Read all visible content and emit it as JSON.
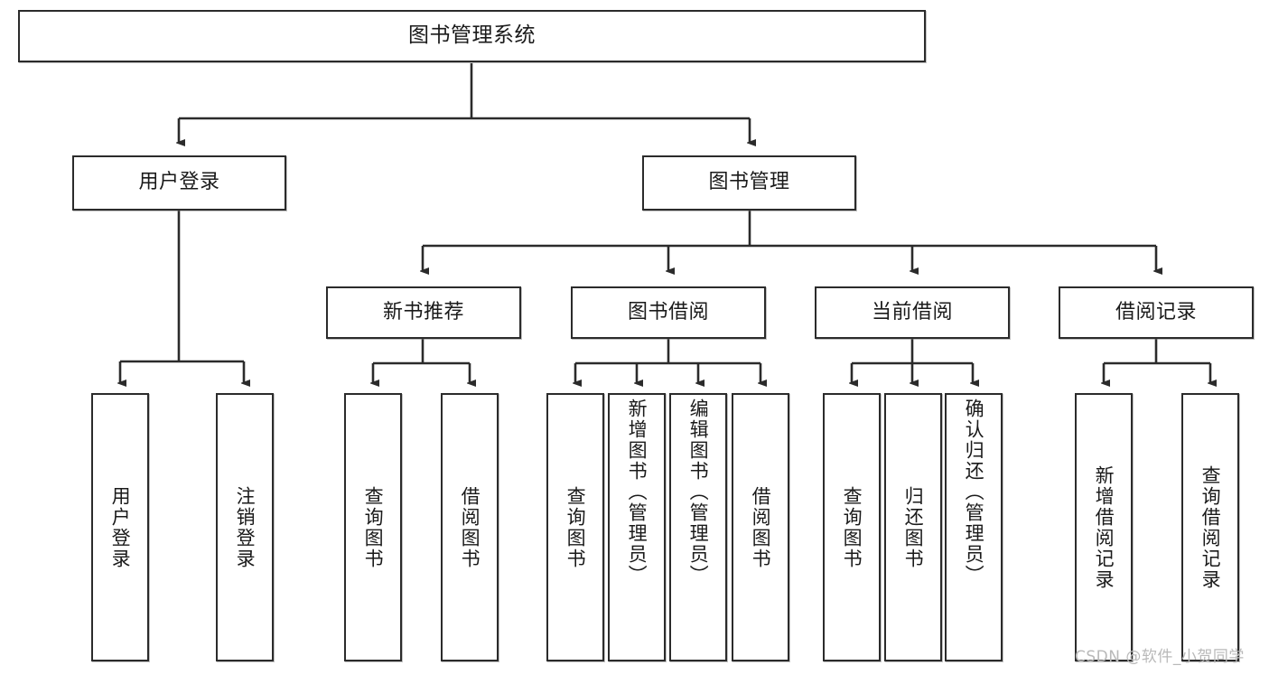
{
  "diagram": {
    "title": "图书管理系统",
    "type": "hierarchy-tree",
    "levels": 4,
    "root": {
      "id": "root",
      "label": "图书管理系统"
    },
    "level2": [
      {
        "id": "user-login",
        "label": "用户登录"
      },
      {
        "id": "book-management",
        "label": "图书管理"
      }
    ],
    "level3": [
      {
        "id": "new-book-recommend",
        "label": "新书推荐",
        "parent": "book-management"
      },
      {
        "id": "book-borrow",
        "label": "图书借阅",
        "parent": "book-management"
      },
      {
        "id": "current-borrow",
        "label": "当前借阅",
        "parent": "book-management"
      },
      {
        "id": "borrow-record",
        "label": "借阅记录",
        "parent": "book-management"
      }
    ],
    "leaves": {
      "user-login": [
        {
          "id": "leaf-user-login",
          "label": "用户登录"
        },
        {
          "id": "leaf-logout",
          "label": "注销登录"
        }
      ],
      "new-book-recommend": [
        {
          "id": "leaf-query-book-1",
          "label": "查询图书"
        },
        {
          "id": "leaf-borrow-book-1",
          "label": "借阅图书"
        }
      ],
      "book-borrow": [
        {
          "id": "leaf-query-book-2",
          "label": "查询图书"
        },
        {
          "id": "leaf-add-book",
          "label": "新增图书（管理员）"
        },
        {
          "id": "leaf-edit-book",
          "label": "编辑图书（管理员）"
        },
        {
          "id": "leaf-borrow-book-2",
          "label": "借阅图书"
        }
      ],
      "current-borrow": [
        {
          "id": "leaf-query-book-3",
          "label": "查询图书"
        },
        {
          "id": "leaf-return-book",
          "label": "归还图书"
        },
        {
          "id": "leaf-confirm-return",
          "label": "确认归还（管理员）"
        }
      ],
      "borrow-record": [
        {
          "id": "leaf-add-record",
          "label": "新增借阅记录"
        },
        {
          "id": "leaf-query-record",
          "label": "查询借阅记录"
        }
      ]
    }
  },
  "watermark": {
    "text": "CSDN @软件_小贺同学"
  },
  "colors": {
    "stroke": "#2b2b2b",
    "background": "#ffffff",
    "text": "#1a1a1a",
    "watermark": "#b9b9b9"
  }
}
